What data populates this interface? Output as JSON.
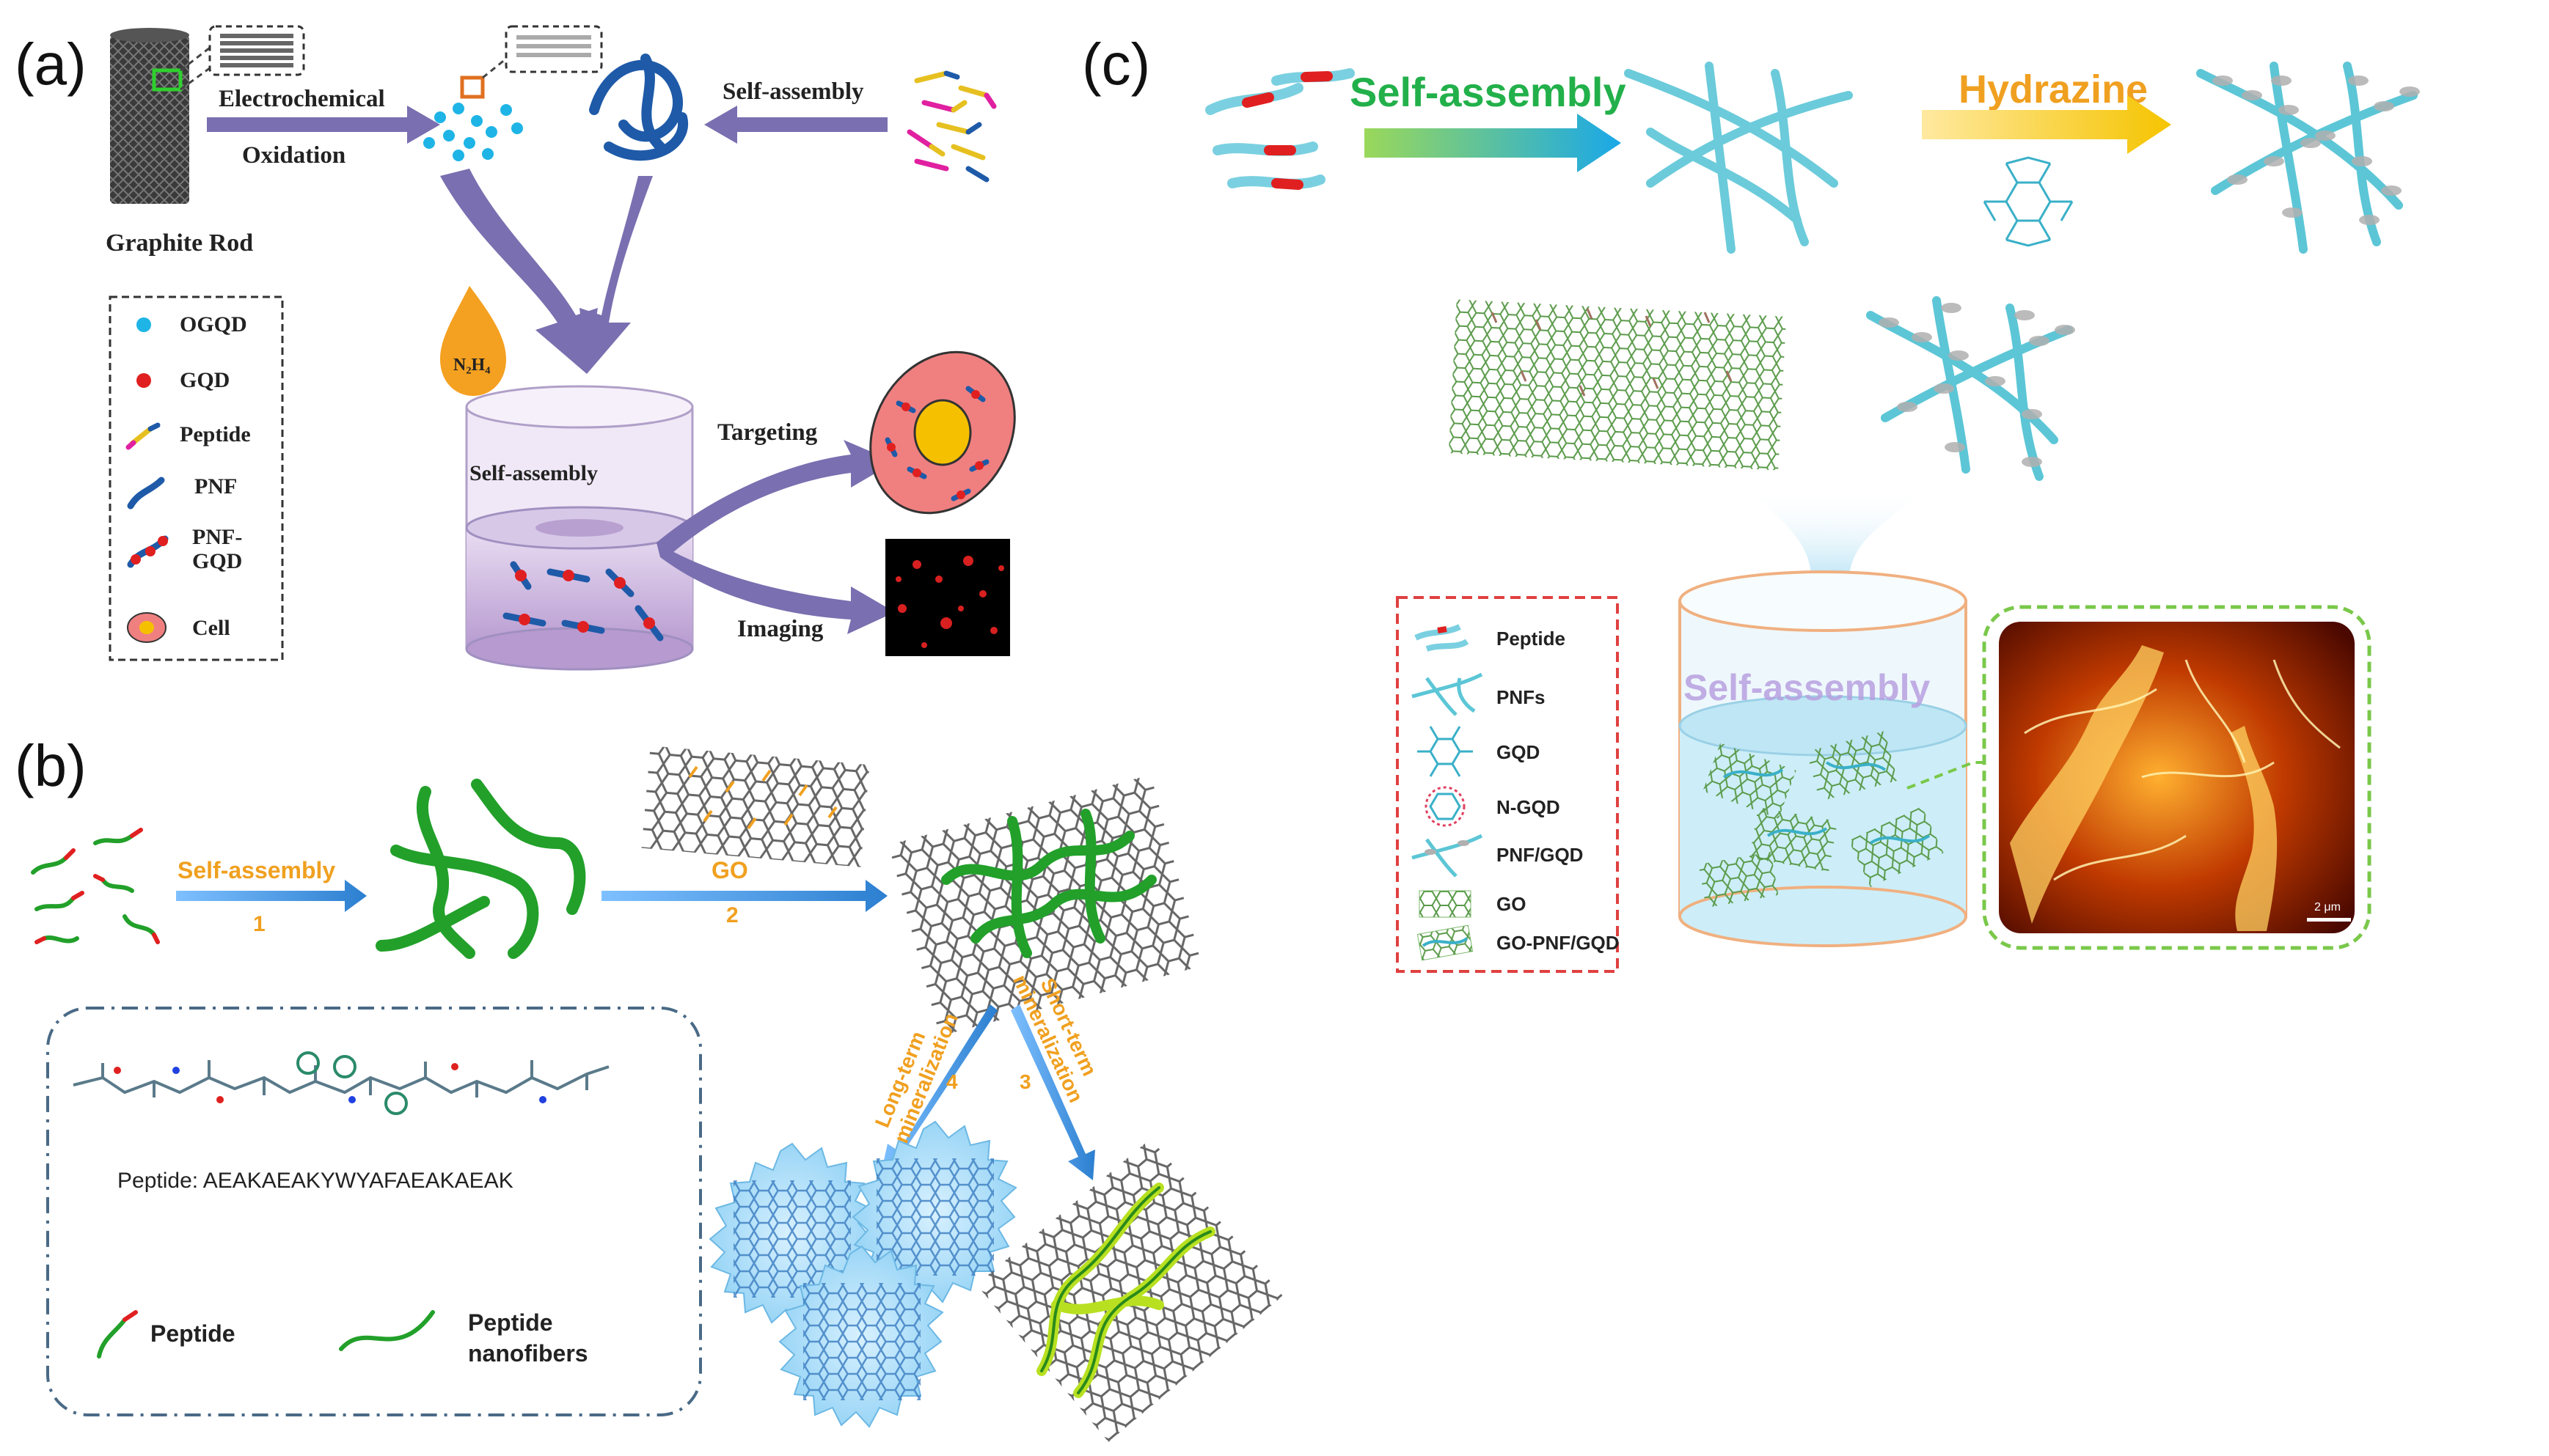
{
  "panel_a": {
    "tag": "(a)",
    "graphite_rod": "Graphite Rod",
    "electrochemical": "Electrochemical",
    "oxidation": "Oxidation",
    "self_assembly_top": "Self-assembly",
    "n2h4": "N₂H₄",
    "self_assembly_beaker": "Self-assembly",
    "targeting": "Targeting",
    "imaging": "Imaging",
    "legend": [
      {
        "label": "OGQD",
        "color": "#1eb4e6"
      },
      {
        "label": "GQD",
        "color": "#e02020"
      },
      {
        "label": "Peptide",
        "color": "#e6c020"
      },
      {
        "label": "PNF",
        "color": "#1e5aa8"
      },
      {
        "label": "PNF-",
        "label2": "GQD",
        "color": "#1e5aa8"
      },
      {
        "label": "Cell",
        "color": "#f08080"
      }
    ]
  },
  "panel_b": {
    "tag": "(b)",
    "self_assembly": "Self-assembly",
    "step1": "1",
    "go": "GO",
    "step2": "2",
    "long_term_1": "Long-term",
    "long_term_2": "mineralization",
    "step4": "4",
    "short_term_1": "Short-term",
    "short_term_2": "mineralization",
    "step3": "3",
    "peptide_sequence": "Peptide: AEAKAEAKYWYAFAEAKAEAK",
    "legend_peptide": "Peptide",
    "legend_nanofibers_1": "Peptide",
    "legend_nanofibers_2": "nanofibers"
  },
  "panel_c": {
    "tag": "(c)",
    "self_assembly": "Self-assembly",
    "hydrazine": "Hydrazine",
    "self_assembly_beaker": "Self-assembly",
    "scale_bar": "2 μm",
    "legend": [
      {
        "label": "Peptide"
      },
      {
        "label": "PNFs"
      },
      {
        "label": "GQD"
      },
      {
        "label": "N-GQD"
      },
      {
        "label": "PNF/GQD"
      },
      {
        "label": "GO"
      },
      {
        "label": "GO-PNF/GQD"
      }
    ]
  },
  "colors": {
    "purple_arrow": "#7a6fb0",
    "blue_arrow": "#3a8fd8",
    "green_fiber": "#22a02a",
    "orange_text": "#f0a020",
    "cyan_fiber": "#5cc6d6"
  }
}
